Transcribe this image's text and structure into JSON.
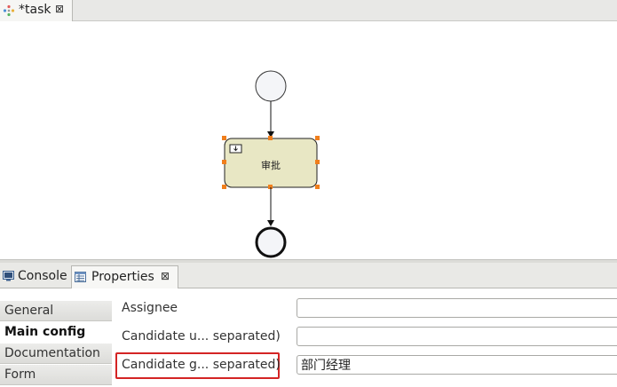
{
  "editor": {
    "tab_title": "*task",
    "tab_close": "⊠"
  },
  "diagram": {
    "task_label": "审批"
  },
  "views": {
    "tabs": [
      {
        "label": "Console"
      },
      {
        "label": "Properties",
        "close": "⊠"
      }
    ]
  },
  "properties": {
    "nav": [
      "General",
      "Main config",
      "Documentation",
      "Form"
    ],
    "active_nav": "Main config",
    "fields": [
      {
        "label": "Assignee",
        "value": ""
      },
      {
        "label": "Candidate u... separated)",
        "value": ""
      },
      {
        "label": "Candidate g... separated)",
        "value": "部门经理"
      }
    ]
  },
  "colors": {
    "task_fill": "#e8e7c4",
    "selection_handle": "#f07f1d",
    "highlight": "#d42424"
  }
}
